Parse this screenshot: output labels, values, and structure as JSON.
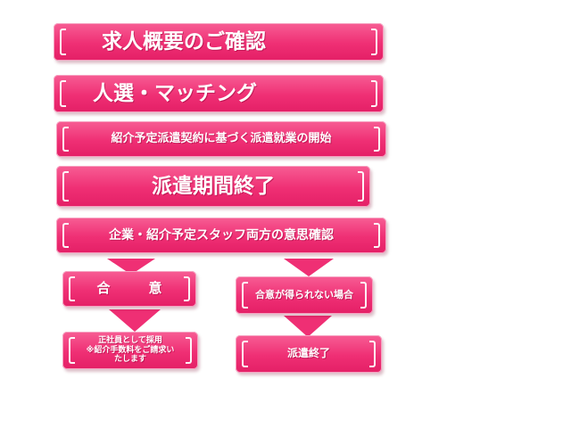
{
  "diagram": {
    "colors": {
      "box": "#ef2f74",
      "box_light": "#f75d94",
      "text": "#ffffff"
    },
    "steps": [
      "求人概要のご確認",
      "人選・マッチング",
      "紹介予定派遣契約に基づく派遣就業の開始",
      "派遣期間終了",
      "企業・紹介予定スタッフ両方の意思確認"
    ],
    "branches": {
      "agree": "合　意",
      "agree_result": [
        "正社員として採用",
        "※紹介手数料をご請求い",
        "たします"
      ],
      "disagree": "合意が得られない場合",
      "disagree_result": "派遣終了"
    }
  }
}
